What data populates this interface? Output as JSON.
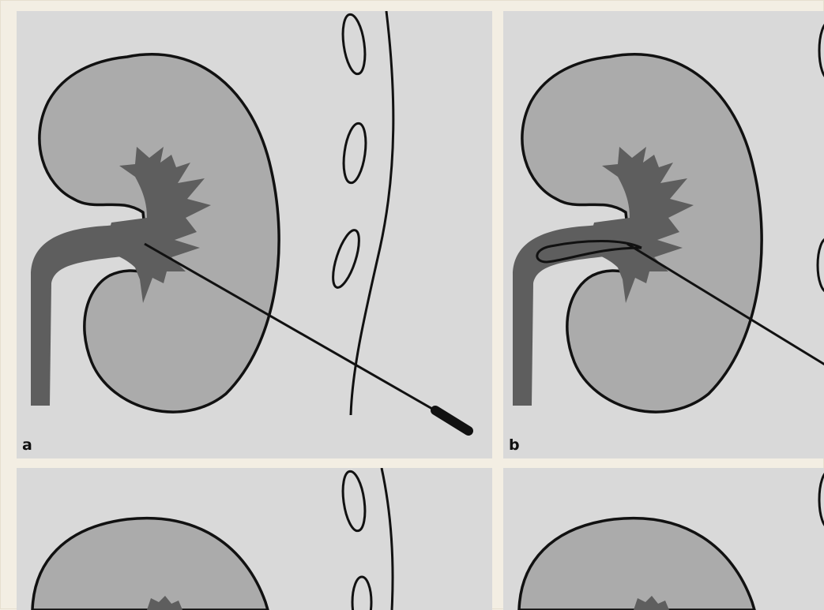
{
  "figure": {
    "panels": [
      {
        "id": "a",
        "label": "a"
      },
      {
        "id": "b",
        "label": "b"
      },
      {
        "id": "c",
        "label": ""
      },
      {
        "id": "d",
        "label": ""
      }
    ]
  },
  "colors": {
    "page_background": "#f3eee3",
    "panel_background": "#d9d9d9",
    "kidney_fill": "#ababab",
    "collecting_system": "#5e5e5e",
    "outline": "#111111"
  }
}
